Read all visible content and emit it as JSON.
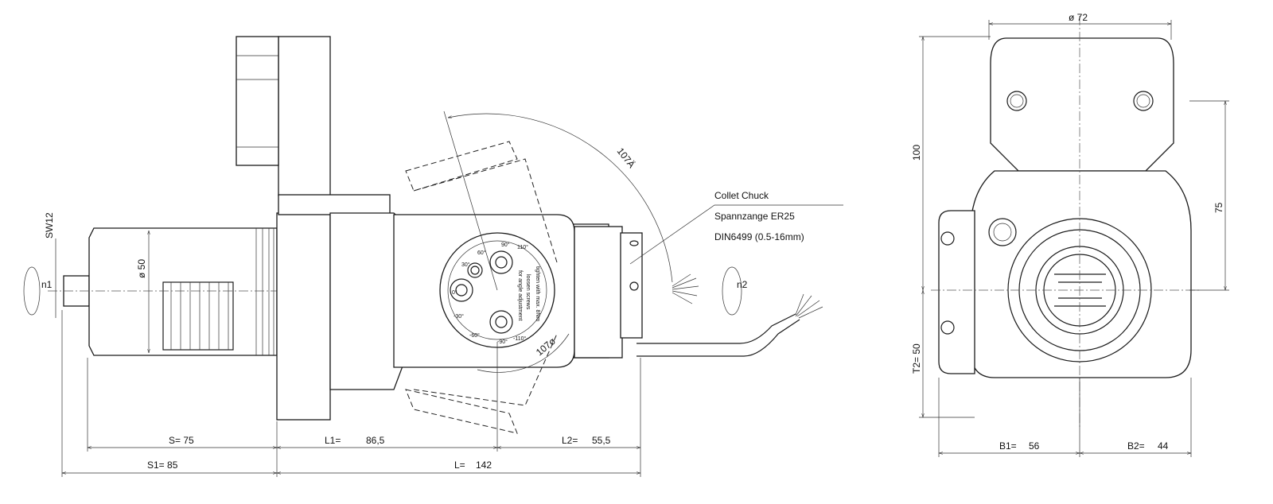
{
  "left_view": {
    "sw": "SW12",
    "n1": "n1",
    "shank_dia": "ø 50",
    "s": "S= 75",
    "s1": "S1= 85",
    "l1_label": "L1=",
    "l1_value": "86,5",
    "l_label": "L=",
    "l_value": "142",
    "l2_label": "L2=",
    "l2_value": "55,5",
    "arc_top": "107Ä",
    "arc_bottom": "107ø",
    "n2": "n2",
    "collet": {
      "line1": "Collet Chuck",
      "line2": "Spannzange ER25",
      "line3": "DIN6499 (0.5-16mm)"
    },
    "dial": {
      "ticks": [
        "110°",
        "90°",
        "60°",
        "30°",
        "0°",
        "-30°",
        "-60°",
        "-90°",
        "-110°"
      ],
      "note1": "for angle adjustment",
      "note2": "loosen screws",
      "note3": "tighten with max. 8Nm"
    }
  },
  "right_view": {
    "top_dia": "ø 72",
    "height": "100",
    "h75": "75",
    "t2": "T2= 50",
    "b1_label": "B1=",
    "b1_value": "56",
    "b2_label": "B2=",
    "b2_value": "44"
  }
}
